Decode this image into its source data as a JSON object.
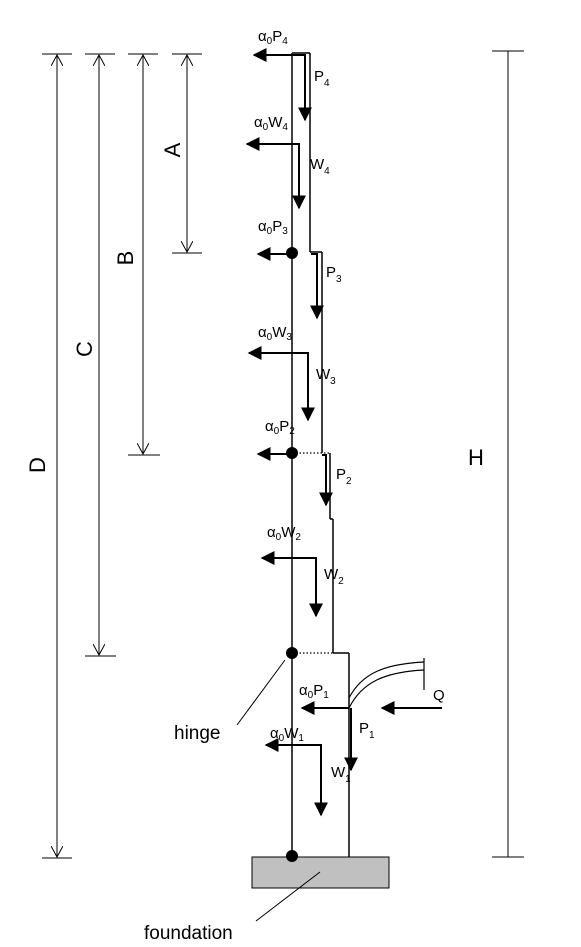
{
  "dimensions": {
    "A": "A",
    "B": "B",
    "C": "C",
    "D": "D",
    "H": "H"
  },
  "forces": {
    "alpha": "α",
    "zero": "0",
    "P": "P",
    "W": "W",
    "Q": "Q",
    "one": "1",
    "two": "2",
    "three": "3",
    "four": "4"
  },
  "labels": {
    "hinge": "hinge",
    "foundation": "foundation"
  },
  "colors": {
    "line": "#000000",
    "foundation_fill": "#c0c0c0"
  }
}
